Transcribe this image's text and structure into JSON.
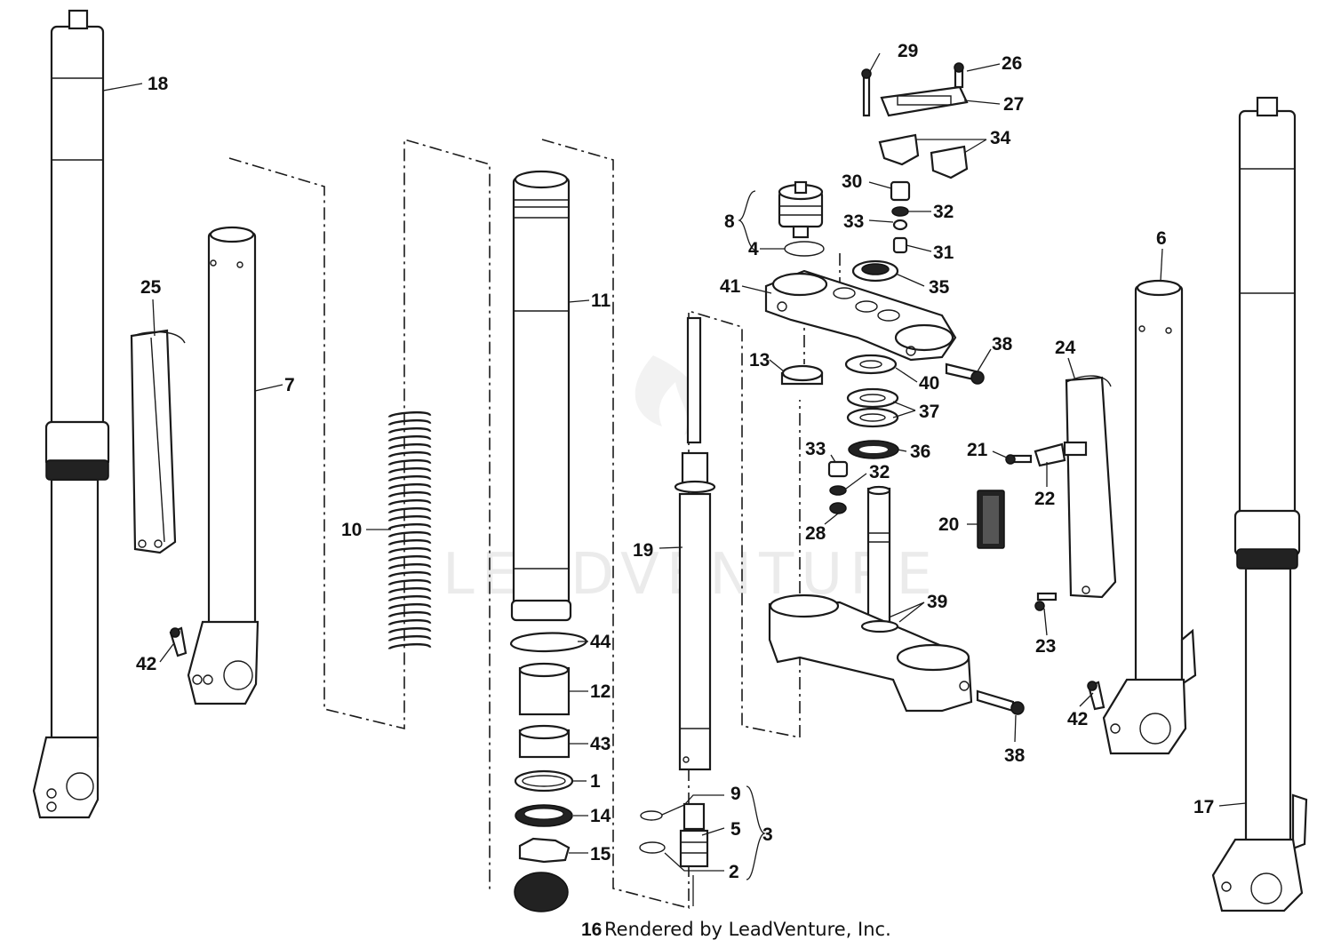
{
  "diagram": {
    "callouts": {
      "c1": "1",
      "c2": "2",
      "c3": "3",
      "c4": "4",
      "c5": "5",
      "c6": "6",
      "c7": "7",
      "c8": "8",
      "c9": "9",
      "c10": "10",
      "c11": "11",
      "c12": "12",
      "c13": "13",
      "c14": "14",
      "c15": "15",
      "c16": "16",
      "c17": "17",
      "c18": "18",
      "c19": "19",
      "c20": "20",
      "c21": "21",
      "c22": "22",
      "c23": "23",
      "c24": "24",
      "c25": "25",
      "c26": "26",
      "c27": "27",
      "c28": "28",
      "c29": "29",
      "c30": "30",
      "c31": "31",
      "c32a": "32",
      "c32b": "32",
      "c33a": "33",
      "c33b": "33",
      "c34": "34",
      "c35": "35",
      "c36": "36",
      "c37": "37",
      "c38a": "38",
      "c38b": "38",
      "c39": "39",
      "c40": "40",
      "c41": "41",
      "c42a": "42",
      "c42b": "42",
      "c43": "43",
      "c44": "44"
    },
    "watermark": "LEADVENTURE",
    "credit": "Rendered by LeadVenture, Inc."
  }
}
